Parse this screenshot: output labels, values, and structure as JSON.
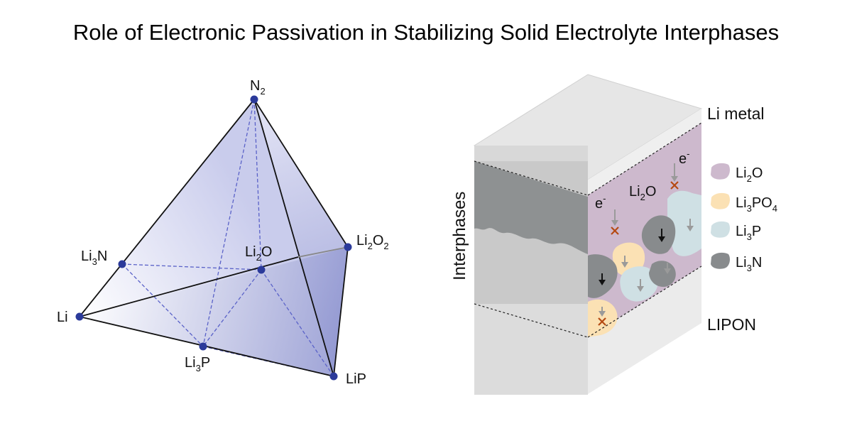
{
  "title": "Role of Electronic Passivation in Stabilizing Solid Electrolyte Interphases",
  "colors": {
    "node": "#2b3a9a",
    "dashed_line": "#5a62c8",
    "tetra_shade": "#8c92cf",
    "li2o": "#cdb9cd",
    "li3po4": "#fbe1b4",
    "li3p": "#cfe0e4",
    "li3n": "#888b8d",
    "cross": "#b54a12"
  },
  "tetrahedron": {
    "nodes": {
      "n2": {
        "main": "N",
        "sub": "2",
        "tail": ""
      },
      "li2o2": {
        "main": "Li",
        "sub": "2",
        "tail": "O",
        "sub2": "2"
      },
      "li3n": {
        "main": "Li",
        "sub": "3",
        "tail": "N"
      },
      "li2o": {
        "main": "Li",
        "sub": "2",
        "tail": "O"
      },
      "li": {
        "main": "Li",
        "sub": "",
        "tail": ""
      },
      "li3p": {
        "main": "Li",
        "sub": "3",
        "tail": "P"
      },
      "lip": {
        "main": "LiP",
        "sub": "",
        "tail": ""
      }
    }
  },
  "block": {
    "interphases_label": "Interphases",
    "li_metal_label": "Li metal",
    "lipon_label": "LIPON",
    "inner_li2o": {
      "main": "Li",
      "sub": "2",
      "tail": "O"
    },
    "electron_label": "e",
    "electron_sup": "-"
  },
  "legend": [
    {
      "key": "li2o",
      "main": "Li",
      "sub": "2",
      "tail": "O",
      "sub2": ""
    },
    {
      "key": "li3po4",
      "main": "Li",
      "sub": "3",
      "tail": "PO",
      "sub2": "4"
    },
    {
      "key": "li3p",
      "main": "Li",
      "sub": "3",
      "tail": "P",
      "sub2": ""
    },
    {
      "key": "li3n",
      "main": "Li",
      "sub": "3",
      "tail": "N",
      "sub2": ""
    }
  ]
}
